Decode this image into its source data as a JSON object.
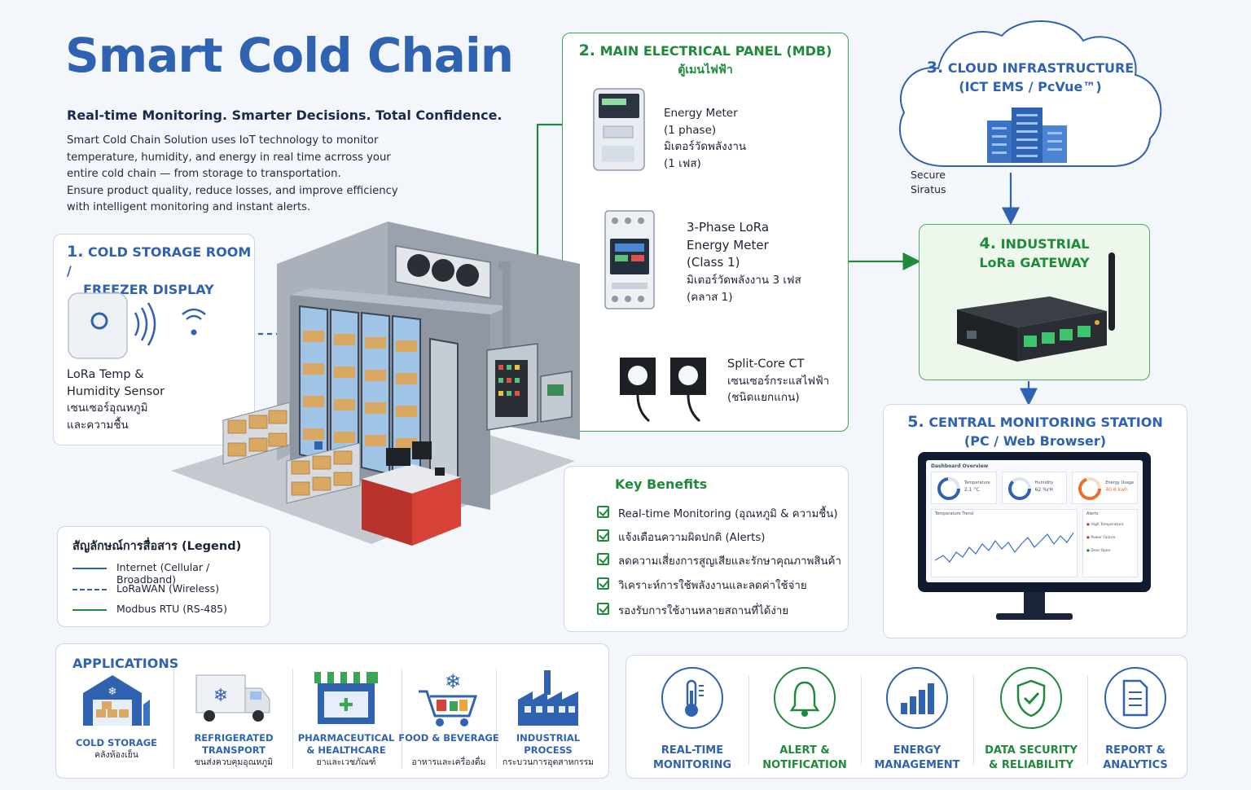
{
  "header": {
    "title": "Smart Cold Chain",
    "tagline": "Real-time Monitoring. Smarter Decisions. Total Confidence.",
    "description_lines": [
      "Smart Cold Chain Solution uses IoT technology to monitor",
      "temperature, humidity, and energy in real time acrross your",
      "entire cold chain — from storage to transportation.",
      "Ensure product quality, reduce losses, and improve efficiency",
      "with intelligent monitoring and instant alerts."
    ]
  },
  "section1": {
    "num": "1.",
    "title_l1": "COLD STORAGE ROOM /",
    "title_l2": "FREEZER DISPLAY",
    "sensor_l1": "LoRa Temp &",
    "sensor_l2": "Humidity Sensor",
    "sensor_th1": "เซนเซอร์อุณหภูมิ",
    "sensor_th2": "และความชื้น"
  },
  "section2": {
    "num": "2.",
    "title": "MAIN ELECTRICAL PANEL (MDB)",
    "title_th": "ตู้เมนไฟฟ้า",
    "meter1": [
      "Energy Meter",
      "(1 phase)",
      "มิเตอร์วัดพลังงาน",
      "(1 เฟส)"
    ],
    "meter3": [
      "3-Phase LoRa",
      "Energy Meter",
      "(Class 1)",
      "มิเตอร์วัดพลังงาน 3 เฟส",
      "(คลาส 1)"
    ],
    "ct": [
      "Split-Core CT",
      "เซนเซอร์กระแสไฟฟ้า",
      "(ชนิดแยกแกน)"
    ]
  },
  "section3": {
    "num": "3.",
    "title_l1": "CLOUD INFRASTRUCTURE",
    "title_l2": "(ICT EMS / PcVue™)",
    "secure_l1": "Secure",
    "secure_l2": "Siratus"
  },
  "section4": {
    "num": "4.",
    "title_l1": "INDUSTRIAL",
    "title_l2": "LoRa GATEWAY"
  },
  "section5": {
    "num": "5.",
    "title_l1": "CENTRAL MONITORING STATION",
    "title_l2": "(PC / Web Browser)",
    "dashboard_title": "Dashboard Overview",
    "gauges": [
      {
        "label": "Temperature",
        "value": "2.1 °C",
        "color": "#2f62b0"
      },
      {
        "label": "Humidity",
        "value": "62 %rH",
        "color": "#2f62b0"
      },
      {
        "label": "Energy Usage",
        "value": "40.6 kwh",
        "color": "#e8722a"
      }
    ],
    "trend_title": "Temperature Trend",
    "alerts_title": "Alerts",
    "alerts": [
      "High Temperature",
      "Power Failure",
      "Door Open"
    ]
  },
  "legend": {
    "title": "สัญลักษณ์การสื่อสาร (Legend)",
    "items": [
      {
        "label": "Internet (Cellular / Broadband)",
        "color": "#2f62b0",
        "style": "solid"
      },
      {
        "label": "LoRaWAN (Wireless)",
        "color": "#2f62b0",
        "style": "dashed"
      },
      {
        "label": "Modbus RTU (RS-485)",
        "color": "#1f8b3a",
        "style": "solid"
      }
    ]
  },
  "benefits": {
    "title": "Key Benefits",
    "items": [
      "Real-time Monitoring (อุณหภูมิ & ความชื้น)",
      "แจ้งเตือนความผิดปกติ (Alerts)",
      "ลดความเสี่ยงการสูญเสียและรักษาคุณภาพสินค้า",
      "วิเคราะห์การใช้พลังงานและลดค่าใช้จ่าย",
      "รองรับการใช้งานหลายสถานที่ได้ง่าย"
    ]
  },
  "applications": {
    "title": "APPLICATIONS",
    "items": [
      {
        "l1": "COLD STORAGE",
        "l2": "",
        "th": "คลังห้องเย็น",
        "icon": "warehouse-icon"
      },
      {
        "l1": "REFRIGERATED",
        "l2": "TRANSPORT",
        "th": "ขนส่งควบคุมอุณหภูมิ",
        "icon": "truck-icon"
      },
      {
        "l1": "PHARMACEUTICAL",
        "l2": "& HEALTHCARE",
        "th": "ยาและเวชภัณฑ์",
        "icon": "pharmacy-icon"
      },
      {
        "l1": "FOOD & BEVERAGE",
        "l2": "",
        "th": "อาหารและเครื่องดื่ม",
        "icon": "cart-icon"
      },
      {
        "l1": "INDUSTRIAL",
        "l2": "PROCESS",
        "th": "กระบวนการอุตสาหกรรม",
        "icon": "factory-icon"
      }
    ]
  },
  "features": [
    {
      "l1": "REAL-TIME",
      "l2": "MONITORING",
      "icon": "thermometer-icon"
    },
    {
      "l1": "ALERT &",
      "l2": "NOTIFICATION",
      "icon": "bell-icon"
    },
    {
      "l1": "ENERGY",
      "l2": "MANAGEMENT",
      "icon": "bar-chart-icon"
    },
    {
      "l1": "DATA SECURITY",
      "l2": "& RELIABILITY",
      "icon": "shield-check-icon"
    },
    {
      "l1": "REPORT &",
      "l2": "ANALYTICS",
      "icon": "report-icon"
    }
  ],
  "colors": {
    "brand_blue": "#2f62b0",
    "modbus_green": "#1f8b3a",
    "accent_orange": "#e8722a",
    "alert_red": "#d63a2f"
  }
}
